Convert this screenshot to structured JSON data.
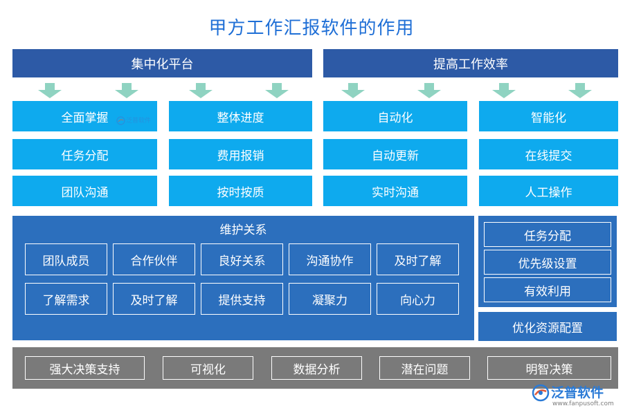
{
  "title": "甲方工作汇报软件的作用",
  "headers": {
    "left": "集中化平台",
    "right": "提高工作效率"
  },
  "grid": {
    "col1": [
      "全面掌握",
      "任务分配",
      "团队沟通"
    ],
    "col2": [
      "整体进度",
      "费用报销",
      "按时按质"
    ],
    "col3": [
      "自动化",
      "自动更新",
      "实时沟通"
    ],
    "col4": [
      "智能化",
      "在线提交",
      "人工操作"
    ]
  },
  "maintain": {
    "title": "维护关系",
    "row1": [
      "团队成员",
      "合作伙伴",
      "良好关系",
      "沟通协作",
      "及时了解"
    ],
    "row2": [
      "了解需求",
      "及时了解",
      "提供支持",
      "凝聚力",
      "向心力"
    ]
  },
  "resource": {
    "items": [
      "任务分配",
      "优先级设置",
      "有效利用"
    ],
    "label": "优化资源配置"
  },
  "bottom": [
    "强大决策支持",
    "可视化",
    "数据分析",
    "潜在问题",
    "明智决策"
  ],
  "watermark": "泛普软件",
  "logo": {
    "name": "泛普软件",
    "url": "www.fanpusoft.com"
  },
  "colors": {
    "header_bar": "#2d5aa6",
    "cyan_box": "#0eaaee",
    "blue_panel": "#2c6fbd",
    "gray_panel": "#7a7a7a",
    "arrow": "#8fd3c1",
    "title": "#1f6fd6"
  }
}
